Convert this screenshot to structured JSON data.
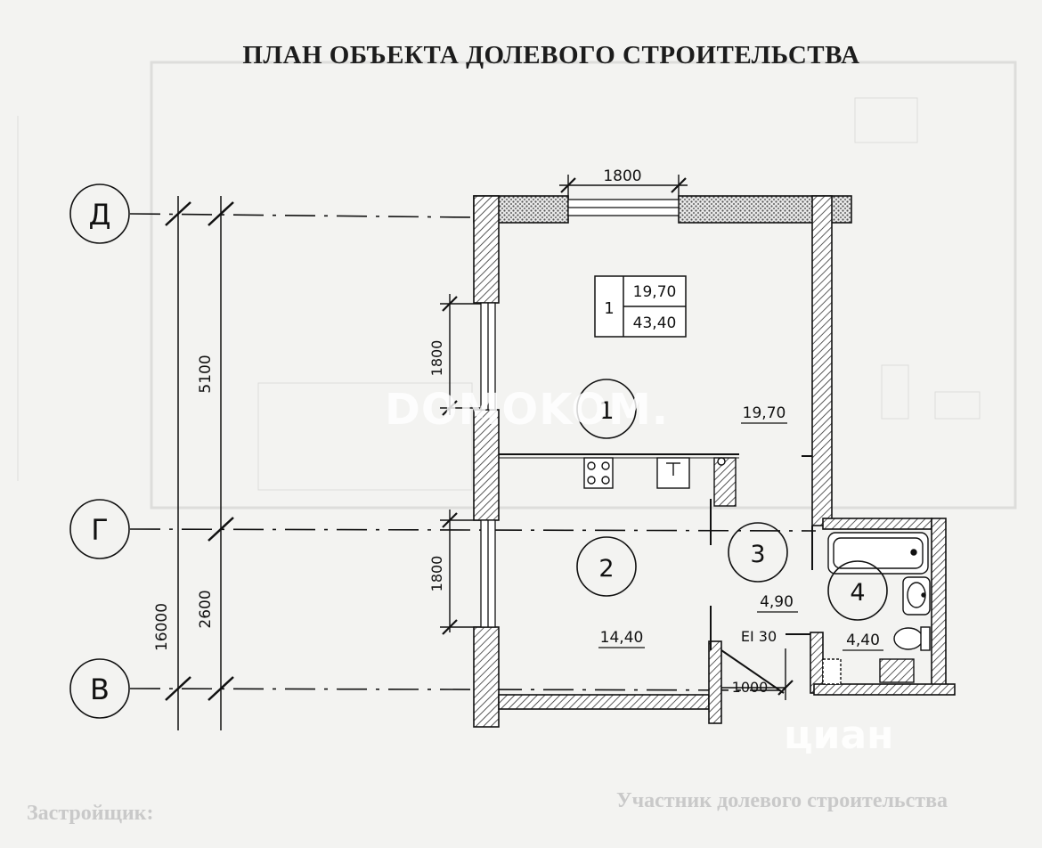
{
  "title": "ПЛАН ОБЪЕКТА ДОЛЕВОГО СТРОИТЕЛЬСТВА",
  "axes": {
    "d": "Д",
    "g": "Г",
    "v": "В"
  },
  "dimensions": {
    "window_top": "1800",
    "window_left_upper": "1800",
    "window_left_lower": "1800",
    "span_d_g": "5100",
    "span_g_v": "2600",
    "span_total": "16000",
    "door_width": "1000"
  },
  "summary": {
    "number": "1",
    "living": "19,70",
    "total": "43,40"
  },
  "rooms": {
    "r1": {
      "number": "1",
      "area": "19,70"
    },
    "r2": {
      "number": "2",
      "area": "14,40"
    },
    "r3": {
      "number": "3",
      "area": "4,90"
    },
    "r4": {
      "number": "4",
      "area": "4,40"
    }
  },
  "fire_rating": "EI 30",
  "footer": {
    "developer": "Застройщик:",
    "participant": "Участник долевого строительства"
  },
  "watermark": "DOMOKOM.",
  "watermark2": "циан"
}
